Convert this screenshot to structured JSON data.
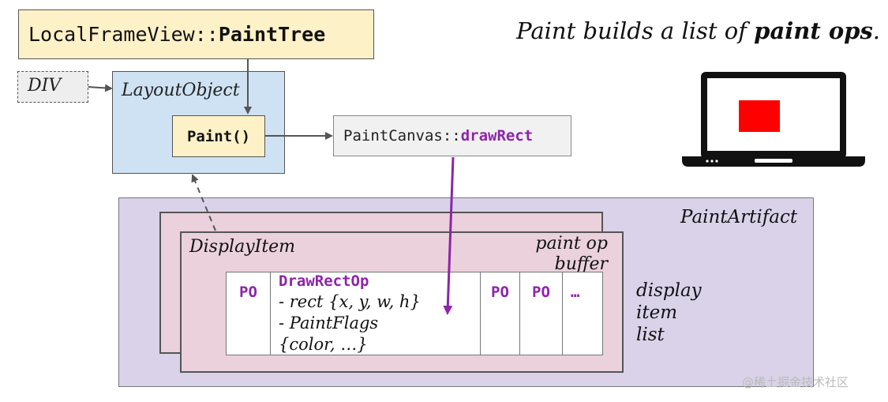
{
  "title": {
    "prefix": "Paint builds a list of ",
    "bold": "paint ops",
    "suffix": "."
  },
  "frameview": {
    "prefix": "LocalFrameView::",
    "bold": "PaintTree"
  },
  "div_label": "DIV",
  "layoutobject_label": "LayoutObject",
  "paint_label": "Paint()",
  "paintcanvas": {
    "prefix": "PaintCanvas::",
    "method": "drawRect"
  },
  "paintartifact_label": "PaintArtifact",
  "displayitem_label": "DisplayItem",
  "paint_op_buffer_label": {
    "line1": "paint op",
    "line2": "buffer"
  },
  "buffer_cells": {
    "po1": "PO",
    "op_title": "DrawRectOp",
    "op_line1": "- rect {x, y, w, h}",
    "op_line2": "- PaintFlags",
    "op_line3": "{color, …}",
    "po2": "PO",
    "po3": "PO",
    "ellipsis": "…"
  },
  "display_item_list_label": {
    "line1": "display",
    "line2": "item",
    "line3": "list"
  },
  "watermark": "@稀土掘金技术社区",
  "colors": {
    "purple": "#8e24aa",
    "red_rect": "#ff0000",
    "yellow_box": "#fdf1c7",
    "blue_box": "#cfe2f3",
    "lavender": "#d9d2e9",
    "pink": "#ead1dc"
  }
}
